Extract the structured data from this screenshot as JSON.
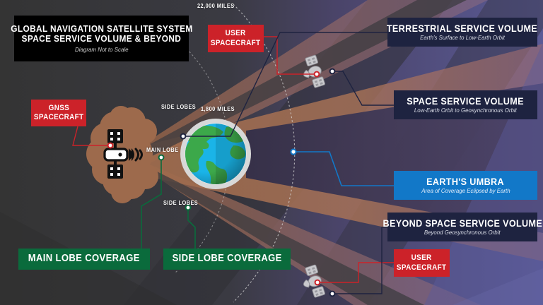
{
  "title_block": {
    "line1": "GLOBAL NAVIGATION SATELLITE SYSTEM",
    "line2": "SPACE SERVICE VOLUME & BEYOND",
    "subtitle": "Diagram Not to Scale"
  },
  "legend": {
    "terrestrial": {
      "title": "TERRESTRIAL SERVICE VOLUME",
      "subtitle": "Earth's Surface to Low-Earth Orbit",
      "color": "#1e2340"
    },
    "space": {
      "title": "SPACE SERVICE VOLUME",
      "subtitle": "Low-Earth Orbit to Geosynchronous Orbit",
      "color": "#1e2340"
    },
    "umbra": {
      "title": "EARTH'S UMBRA",
      "subtitle": "Area of Coverage Eclipsed by Earth",
      "color": "#1278c8"
    },
    "beyond": {
      "title": "BEYOND SPACE SERVICE VOLUME",
      "subtitle": "Beyond Geosynchronous Orbit",
      "color": "#1e2340"
    }
  },
  "callouts": {
    "gnss_spacecraft": {
      "line1": "GNSS",
      "line2": "SPACECRAFT",
      "color": "#cc2229"
    },
    "user_spacecraft_top": {
      "line1": "USER",
      "line2": "SPACECRAFT",
      "color": "#cc2229"
    },
    "user_spacecraft_bottom": {
      "line1": "USER",
      "line2": "SPACECRAFT",
      "color": "#cc2229"
    },
    "main_lobe_coverage": {
      "label": "MAIN LOBE COVERAGE",
      "color": "#0a6b3c"
    },
    "side_lobe_coverage": {
      "label": "SIDE LOBE COVERAGE",
      "color": "#0a6b3c"
    }
  },
  "annotations": {
    "distance_outer": "22,000 MILES",
    "distance_inner": "1,800 MILES",
    "side_lobes_upper": "SIDE LOBES",
    "side_lobes_lower": "SIDE LOBES",
    "main_lobe": "MAIN LOBE"
  },
  "colors": {
    "background_left": "#343434",
    "background_right": "#52528c",
    "umbra_shadow": "#3e3a63",
    "beam_main": "#a8704f",
    "beam_side": "#8c5f46",
    "earth_ocean": "#1ab4e8",
    "earth_land": "#3ca84a",
    "earth_ring": "#d8d8d8",
    "red": "#cc2229",
    "green": "#0a6b3c",
    "blue": "#1278c8",
    "navy": "#1e2340"
  }
}
